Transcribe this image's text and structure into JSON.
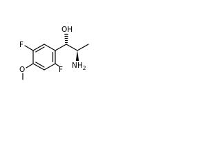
{
  "structure": {
    "atoms": {
      "hydroxyl": "OH",
      "amino_main": "NH",
      "amino_sub": "2",
      "fluoro_top": "F",
      "fluoro_bottom": "F",
      "methoxy_oxygen": "O"
    },
    "stereo": {
      "carbinol_bond": "hashed-wedge",
      "amine_bond": "wedge"
    }
  }
}
